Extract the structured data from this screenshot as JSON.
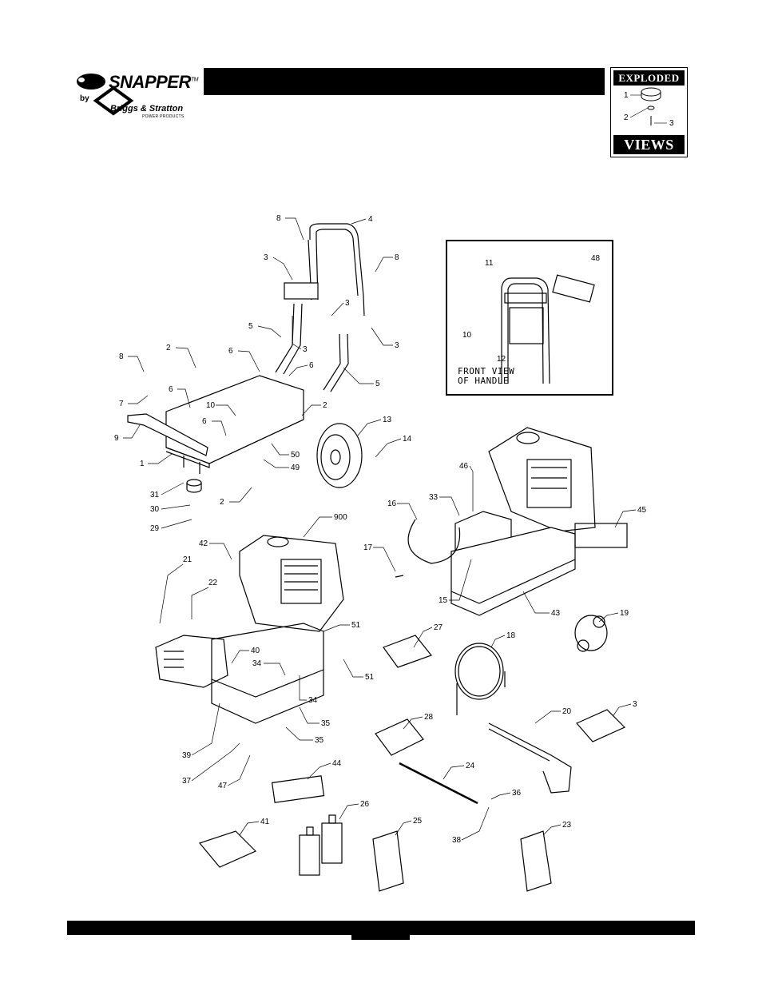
{
  "brand": {
    "name": "SNAPPER",
    "tm": "TM",
    "by": "by",
    "partner": "Briggs & Stratton",
    "partner_sub": "POWER PRODUCTS"
  },
  "badge": {
    "top": "EXPLODED",
    "bottom": "VIEWS",
    "labels": [
      "1",
      "2",
      "3"
    ]
  },
  "inset": {
    "line1": "FRONT VIEW",
    "line2": "OF HANDLE",
    "callouts": [
      "11",
      "48",
      "10",
      "12"
    ]
  },
  "callouts": [
    "8",
    "4",
    "3",
    "8",
    "3",
    "5",
    "3",
    "3",
    "2",
    "6",
    "6",
    "8",
    "7",
    "6",
    "5",
    "10",
    "2",
    "9",
    "6",
    "50",
    "13",
    "1",
    "49",
    "14",
    "31",
    "30",
    "2",
    "29",
    "46",
    "33",
    "900",
    "16",
    "42",
    "45",
    "17",
    "21",
    "22",
    "15",
    "43",
    "19",
    "51",
    "27",
    "40",
    "18",
    "34",
    "51",
    "34",
    "35",
    "39",
    "35",
    "28",
    "20",
    "3",
    "37",
    "47",
    "44",
    "24",
    "36",
    "41",
    "26",
    "25",
    "23",
    "38"
  ],
  "colors": {
    "ink": "#000000",
    "paper": "#ffffff"
  }
}
